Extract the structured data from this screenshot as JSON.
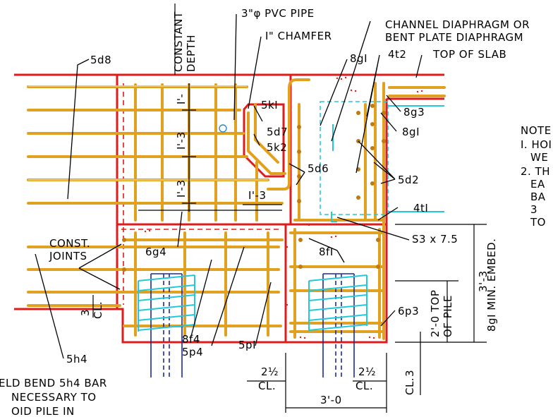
{
  "labels": {
    "constant_depth_1": "CONSTANT",
    "constant_depth_2": "DEPTH",
    "pvc_pipe": "3\"φ PVC PIPE",
    "chamfer": "I\" CHAMFER",
    "channel_1": "CHANNEL DIAPHRAGM OR",
    "channel_2": "BENT PLATE DIAPHRAGM",
    "top_of_slab": "TOP OF SLAB",
    "bar_5d8": "5d8",
    "bar_8g1_top": "8gI",
    "bar_4t2": "4t2",
    "bar_5k1": "5kI",
    "bar_8g3": "8g3",
    "bar_5d7": "5d7",
    "bar_5k2": "5k2",
    "bar_8g1_mid": "8gI",
    "bar_5d6": "5d6",
    "bar_5d2": "5d2",
    "bar_4t1": "4tI",
    "s3": "S3 x 7.5",
    "const_joints_1": "CONST.",
    "const_joints_2": "JOINTS",
    "bar_6g4": "6g4",
    "bar_8f1": "8fI",
    "bar_6p3": "6p3",
    "bar_8f4": "8f4",
    "bar_5p4": "5p4",
    "bar_5p1": "5pI",
    "bar_5h4": "5h4",
    "top_of_pile_1": "2'-0 TOP",
    "top_of_pile_2": "OF PILE",
    "min_embed": "8gI MIN. EMBED.",
    "dim_3_3": "3'-3",
    "dim_1_top": "I'-",
    "dim_1_3_a": "I'-3",
    "dim_1_3_b": "I'-3",
    "dim_1_3_c": "I'-3",
    "cl_left_num": "3",
    "cl_left_txt": "CL.",
    "cl_mid_num": "2½",
    "cl_mid_txt": "CL.",
    "cl_right_num": "2½",
    "cl_right_txt": "CL.",
    "cl_far_num": "3",
    "cl_far_txt": "CL.",
    "dim_3_0": "3'-0"
  },
  "notes": {
    "title": "NOTE",
    "line1": "I. HOI",
    "line2": "WE",
    "line3": "2. TH",
    "line4": "EA",
    "line5": "BA",
    "line6": "3",
    "line7": "TO"
  },
  "field_note": {
    "line1": "ELD BEND 5h4 BAR",
    "line2": "NECESSARY TO",
    "line3": "OID PILE IN"
  },
  "colors": {
    "concrete_outline": "#e01b1b",
    "rebar": "#e0a020",
    "diaphragm": "#24c8d8",
    "pile": "#1c2a9c",
    "leader": "#000000"
  }
}
